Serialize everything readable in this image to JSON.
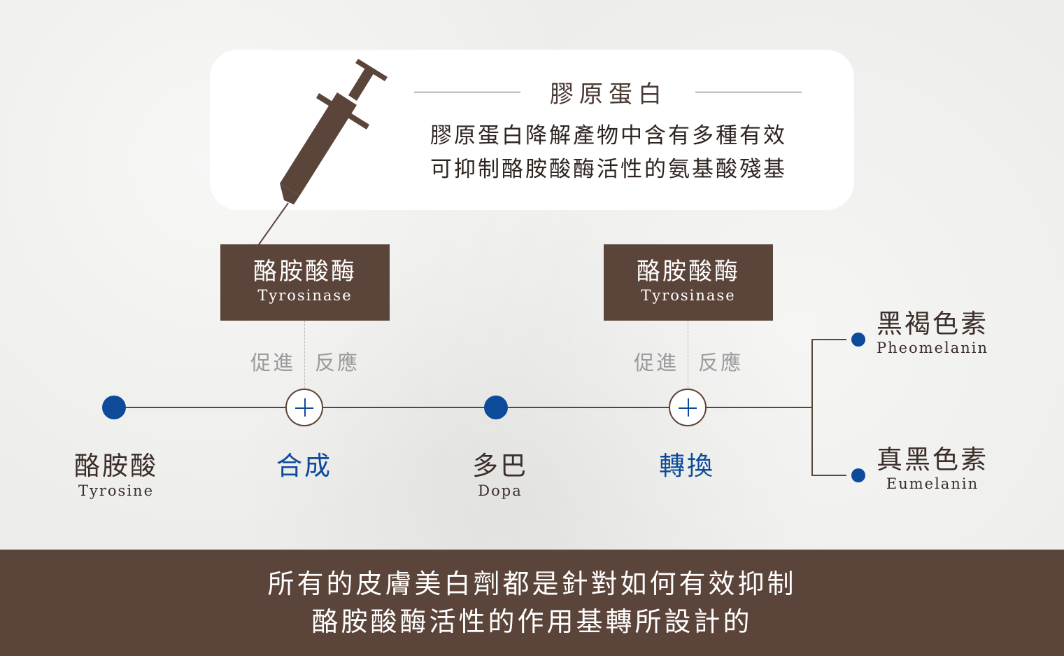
{
  "callout": {
    "title": "膠原蛋白",
    "body_line1": "膠原蛋白降解產物中含有多種有效",
    "body_line2": "可抑制酪胺酸酶活性的氨基酸殘基"
  },
  "enzymes": [
    {
      "zh": "酪胺酸酶",
      "en": "Tyrosinase"
    },
    {
      "zh": "酪胺酸酶",
      "en": "Tyrosinase"
    }
  ],
  "promote_labels": [
    {
      "left": "促進",
      "right": "反應"
    },
    {
      "left": "促進",
      "right": "反應"
    }
  ],
  "nodes": {
    "tyrosine": {
      "zh": "酪胺酸",
      "en": "Tyrosine"
    },
    "synthesis": {
      "zh": "合成"
    },
    "dopa": {
      "zh": "多巴",
      "en": "Dopa"
    },
    "conversion": {
      "zh": "轉換"
    }
  },
  "branches": {
    "pheomelanin": {
      "zh": "黑褐色素",
      "en": "Pheomelanin"
    },
    "eumelanin": {
      "zh": "真黑色素",
      "en": "Eumelanin"
    }
  },
  "footer": {
    "line1": "所有的皮膚美白劑都是針對如何有效抑制",
    "line2": "酪胺酸酶活性的作用基轉所設計的"
  },
  "colors": {
    "brown": "#5b4439",
    "blue": "#0d4a9a",
    "background": "#ededeb"
  }
}
